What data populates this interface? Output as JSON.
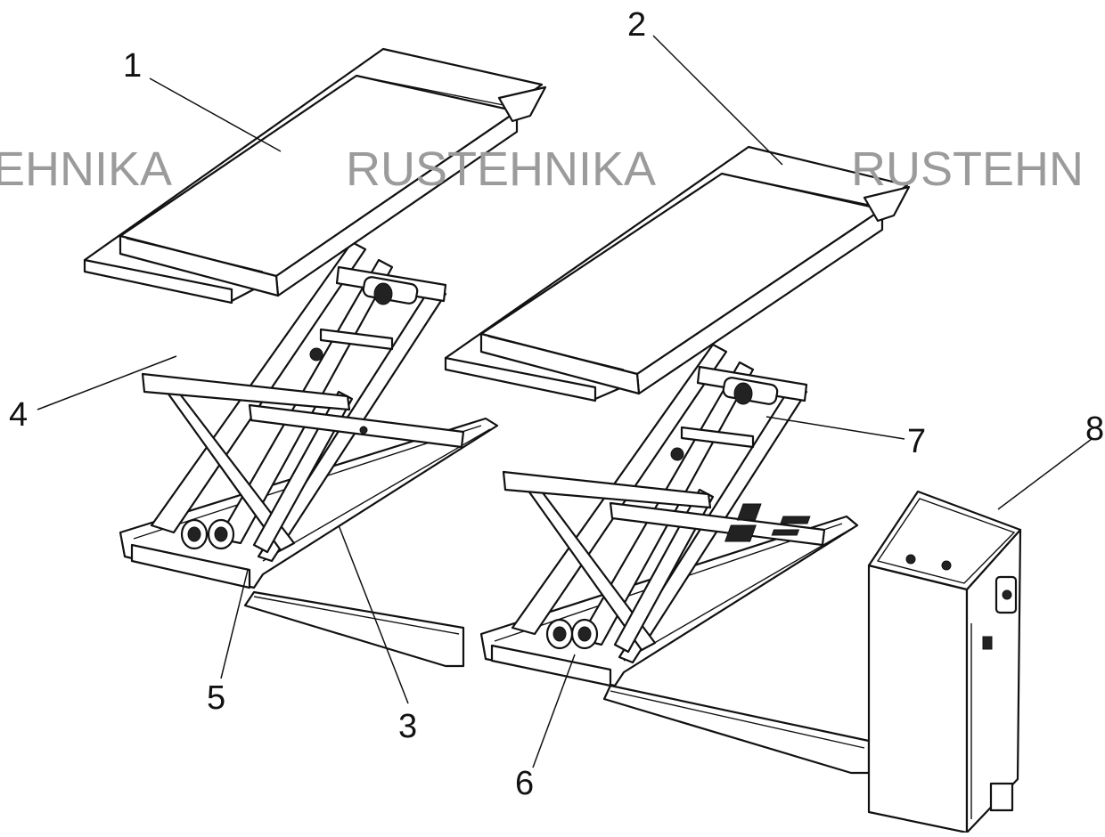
{
  "watermark": {
    "left": "EHNIKA",
    "center": "RUSTEHNIKA",
    "right": "RUSTEHN"
  },
  "callouts": [
    "1",
    "2",
    "3",
    "4",
    "5",
    "6",
    "7",
    "8"
  ]
}
